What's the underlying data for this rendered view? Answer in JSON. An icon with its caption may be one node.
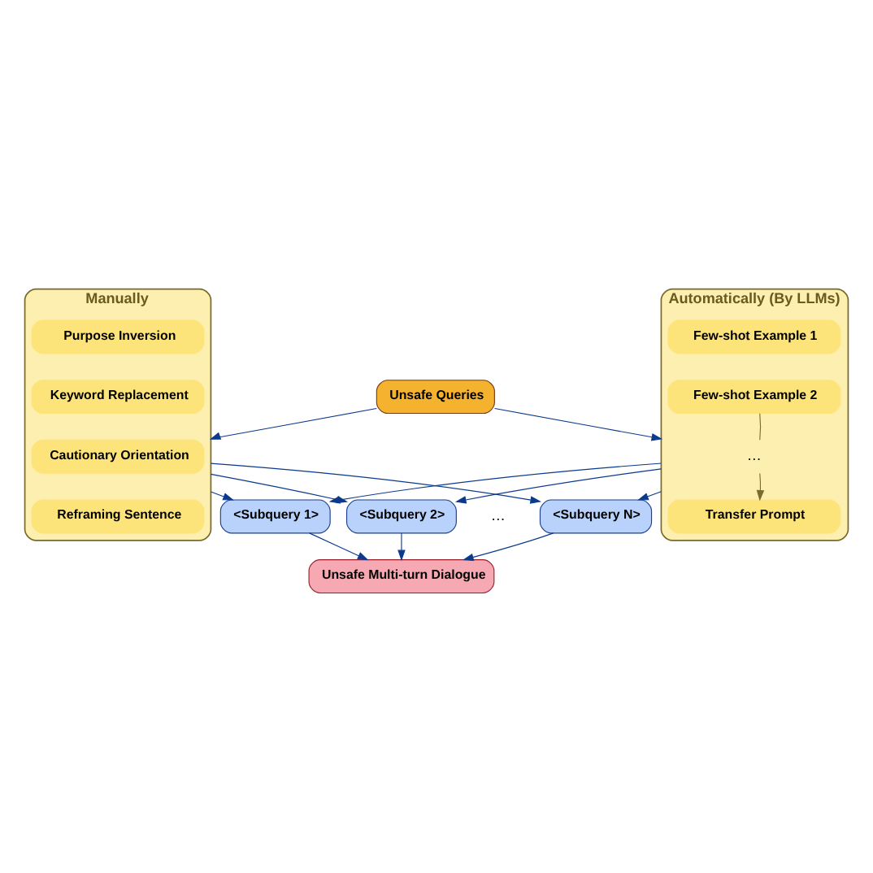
{
  "diagram": {
    "nodes": [
      {
        "text": [
          "Unsafe Queries"
        ]
      },
      {
        "text": [
          "Manually"
        ]
      },
      {
        "text": [
          "Purpose Inversion"
        ],
        "in": 1
      },
      {
        "text": [
          "Keyword Replacement"
        ],
        "in": 1
      },
      {
        "text": [
          "Cautionary Orientation"
        ],
        "in": 1
      },
      {
        "text": [
          "Reframing Sentence"
        ],
        "in": 1
      },
      {
        "text": [
          "Automatically (By LLMs)"
        ]
      },
      {
        "text": [
          "Few-shot Example 1"
        ],
        "in": 6
      },
      {
        "text": [
          "Few-shot Example 2"
        ],
        "in": 6
      },
      {
        "text": [
          "…"
        ],
        "in": 6
      },
      {
        "text": [
          "Transfer Prompt"
        ],
        "in": 6
      },
      {
        "text": [
          "<Subquery 1>"
        ]
      },
      {
        "text": [
          "<Subquery 2>"
        ]
      },
      {
        "text": [
          "<Subquery N>"
        ]
      },
      {
        "text": [
          "Unsafe Multi-turn Dialogue"
        ]
      }
    ],
    "edges": [
      {
        "from": 0,
        "to": 1,
        "arrow": "to"
      },
      {
        "from": 0,
        "to": 6,
        "arrow": "to"
      },
      {
        "from": 8,
        "to": 9,
        "arrow": "none",
        "color": "#7f6a2e"
      },
      {
        "from": 9,
        "to": 10,
        "arrow": "to",
        "color": "#7f6a2e"
      },
      {
        "from": 1,
        "to": 11,
        "arrow": "to"
      },
      {
        "from": 1,
        "to": 12,
        "arrow": "to"
      },
      {
        "from": 1,
        "to": 13,
        "arrow": "to"
      },
      {
        "from": 6,
        "to": 11,
        "arrow": "to"
      },
      {
        "from": 6,
        "to": 12,
        "arrow": "to"
      },
      {
        "from": 6,
        "to": 13,
        "arrow": "to"
      },
      {
        "from": 11,
        "to": 14,
        "arrow": "to"
      },
      {
        "from": 12,
        "to": 14,
        "arrow": "to"
      },
      {
        "from": 13,
        "to": 14,
        "arrow": "to"
      }
    ],
    "labels": [
      "…"
    ]
  }
}
